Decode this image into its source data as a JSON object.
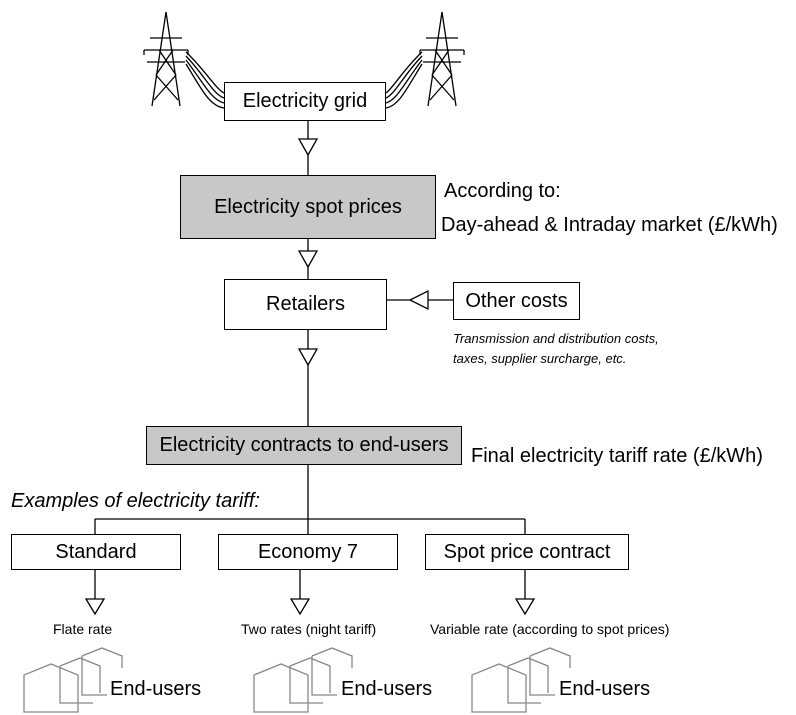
{
  "grid": {
    "label": "Electricity grid"
  },
  "spot": {
    "label": "Electricity spot prices",
    "note_line1": "According to:",
    "note_line2": "Day-ahead & Intraday market (£/kWh)"
  },
  "retailers": {
    "label": "Retailers"
  },
  "other_costs": {
    "label": "Other costs",
    "note_line1": "Transmission and distribution costs,",
    "note_line2": "taxes, supplier surcharge, etc."
  },
  "contracts": {
    "label": "Electricity contracts to end-users",
    "note": "Final electricity tariff rate (£/kWh)"
  },
  "tariffs": {
    "heading": "Examples of electricity tariff:",
    "items": [
      {
        "label": "Standard",
        "rate": "Flate rate",
        "end_users": "End-users"
      },
      {
        "label": "Economy 7",
        "rate": "Two rates (night tariff)",
        "end_users": "End-users"
      },
      {
        "label": "Spot price contract",
        "rate": "Variable rate (according to spot prices)",
        "end_users": "End-users"
      }
    ]
  },
  "colors": {
    "grey_box": "#c8c8c8",
    "line": "#000000"
  },
  "icons": [
    "transmission-tower-icon",
    "house-group-icon",
    "open-triangle-arrow-icon"
  ]
}
